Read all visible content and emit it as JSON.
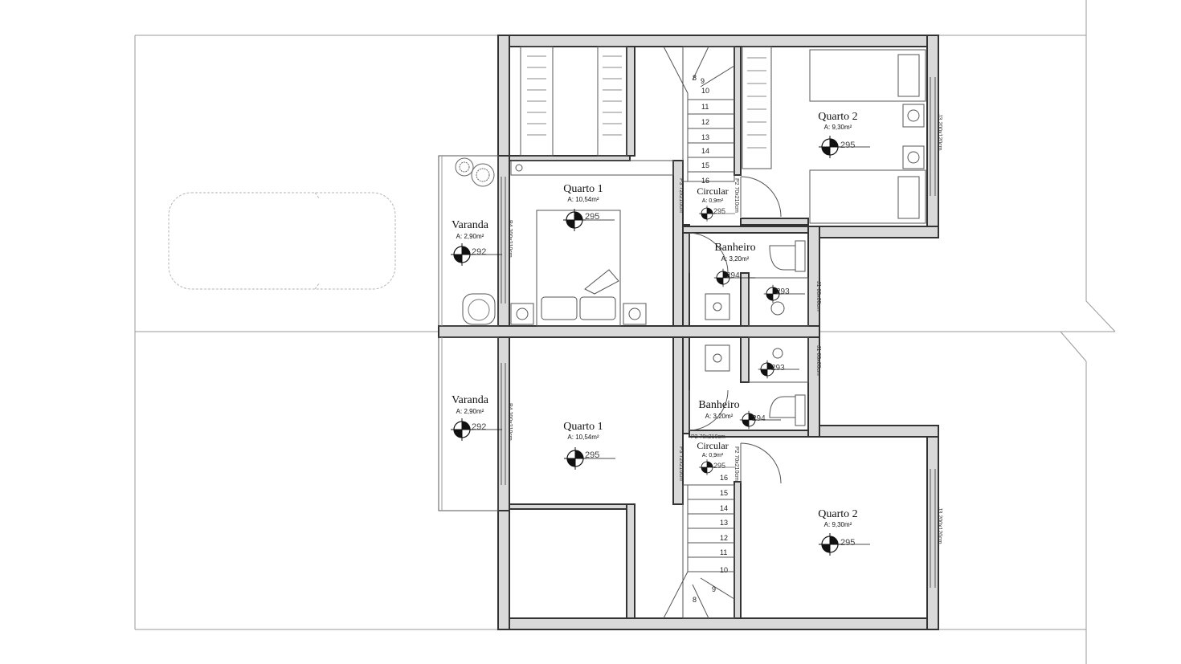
{
  "rooms": {
    "u_quarto1": {
      "name": "Quarto 1",
      "area": "A: 10,54m²",
      "level": "295"
    },
    "u_quarto2": {
      "name": "Quarto 2",
      "area": "A: 9,30m²",
      "level": "295"
    },
    "u_varanda": {
      "name": "Varanda",
      "area": "A: 2,90m²",
      "level": "292"
    },
    "u_circular": {
      "name": "Circular",
      "area": "A: 0,9m²",
      "level": "295"
    },
    "u_banheiro": {
      "name": "Banheiro",
      "area": "A: 3,20m²",
      "level": "294"
    },
    "u_shower": {
      "level": "293"
    },
    "l_quarto1": {
      "name": "Quarto 1",
      "area": "A: 10,54m²",
      "level": "295"
    },
    "l_quarto2": {
      "name": "Quarto 2",
      "area": "A: 9,30m²",
      "level": "295"
    },
    "l_varanda": {
      "name": "Varanda",
      "area": "A: 2,90m²",
      "level": "292"
    },
    "l_circular": {
      "name": "Circular",
      "area": "A: 0,9m²",
      "level": "295"
    },
    "l_banheiro": {
      "name": "Banheiro",
      "area": "A: 3,20m²",
      "level": "294"
    },
    "l_shower": {
      "level": "293"
    }
  },
  "openings": {
    "p3": "P3 72x210cm",
    "p2": "P2 70x210cm",
    "p2_lower": "P2 70x210cm",
    "p4": "P4 200x210cm",
    "j3": "J3 200x120cm",
    "j1": "J1 60x60cm"
  },
  "stairs": {
    "upper_steps": [
      "8",
      "9",
      "10",
      "11",
      "12",
      "13",
      "14",
      "15",
      "16"
    ],
    "lower_steps": [
      "16",
      "15",
      "14",
      "13",
      "12",
      "11",
      "10",
      "9",
      "8"
    ]
  },
  "colors": {
    "wall_fill": "#d9d9d9",
    "line": "#333333"
  }
}
